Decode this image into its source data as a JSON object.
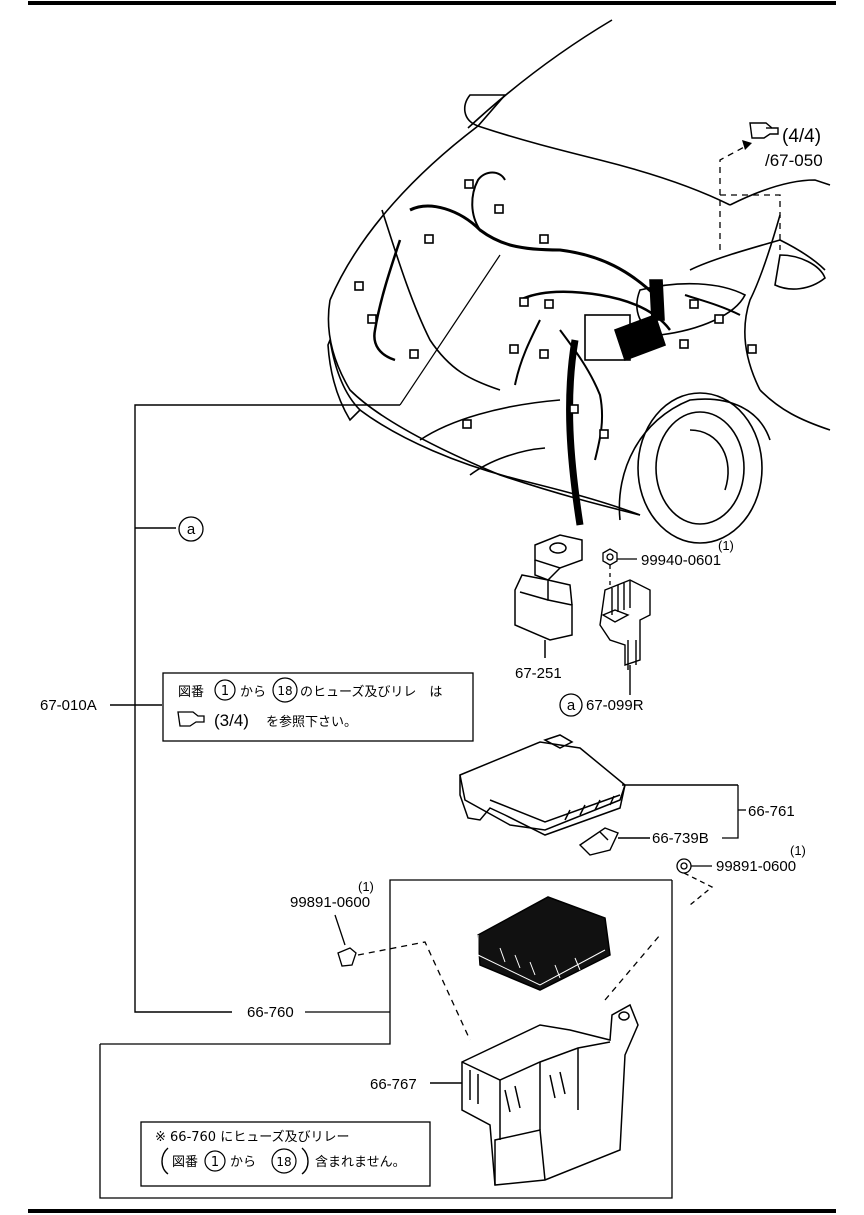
{
  "references": {
    "sheet_ref_top": "(4/4)",
    "sheet_ref_top_code": "/67-050",
    "circle_a": "a"
  },
  "parts": {
    "p67_251": "67-251",
    "p99940_0601": "99940-0601",
    "p99940_0601_qty": "(1)",
    "p67_099R": "67-099R",
    "p67_010A": "67-010A",
    "p66_761": "66-761",
    "p66_739B": "66-739B",
    "p99891_0600_right": "99891-0600",
    "p99891_0600_right_qty": "(1)",
    "p99891_0600_left": "99891-0600",
    "p99891_0600_left_qty": "(1)",
    "p66_760": "66-760",
    "p66_767": "66-767"
  },
  "note1": {
    "seg1": "図番",
    "num1": "1",
    "seg2": "から",
    "num2": "18",
    "seg3": "のヒューズ及びリレ　は",
    "ref": "(3/4)",
    "seg4": "を参照下さい。"
  },
  "note2": {
    "line1": "※ 66-760 にヒューズ及びリレー",
    "seg1": "図番",
    "num1": "1",
    "seg2": "から",
    "num2": "18",
    "seg3": "含まれません。"
  },
  "icons": [
    "pointing-hand-icon"
  ]
}
